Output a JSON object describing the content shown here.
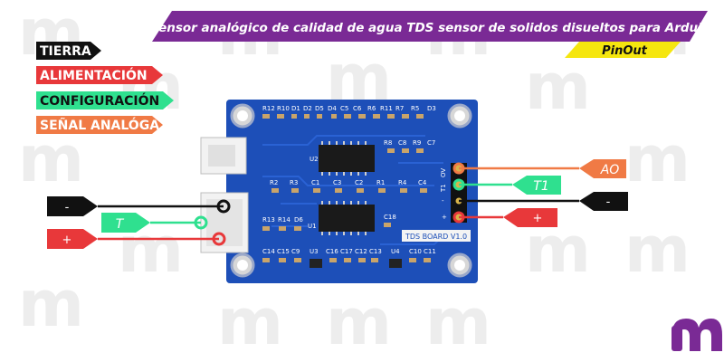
{
  "banner": {
    "title": "Sensor analógico de calidad de agua TDS sensor de solidos disueltos para Arduino",
    "subtitle": "PinOut"
  },
  "legend": [
    {
      "label": "TIERRA",
      "color": "#111111"
    },
    {
      "label": "ALIMENTACIÓN",
      "color": "#e8383a"
    },
    {
      "label": "CONFIGURACIÓN",
      "color": "#2fe08f"
    },
    {
      "label": "SEÑAL ANALÓGA",
      "color": "#f07a45"
    }
  ],
  "board": {
    "name": "TDS BOARD V1.0",
    "side_pins": {
      "ao": "AO",
      "t1": "T1",
      "gnd": "-",
      "vcc": "+"
    },
    "left_labels": {
      "gnd": "-",
      "t": "T",
      "vcc": "+"
    },
    "silkscreen": [
      "R12",
      "R10",
      "D1",
      "D2",
      "D5",
      "D4",
      "C5",
      "C6",
      "R6",
      "R11",
      "R7",
      "R5",
      "D3",
      "U2",
      "R8",
      "C8",
      "R9",
      "C7",
      "R2",
      "R3",
      "C1",
      "C3",
      "C2",
      "R1",
      "R4",
      "C4",
      "R13",
      "R14",
      "D6",
      "U1",
      "C18",
      "C14",
      "C15",
      "C9",
      "U3",
      "C16",
      "C17",
      "C12",
      "C13",
      "U4",
      "C10",
      "C11",
      "OV",
      "T1",
      "-",
      "+"
    ]
  },
  "right_pins": [
    {
      "label": "AO",
      "color": "#f07a45"
    },
    {
      "label": "T1",
      "color": "#2fe08f"
    },
    {
      "label": "-",
      "color": "#111111"
    },
    {
      "label": "+",
      "color": "#e8383a"
    }
  ],
  "left_pins": [
    {
      "label": "-",
      "color": "#111111"
    },
    {
      "label": "T",
      "color": "#2fe08f"
    },
    {
      "label": "+",
      "color": "#e8383a"
    }
  ],
  "colors": {
    "banner": "#7a2a95",
    "tag": "#f5e60f",
    "pcb": "#1d4fb8",
    "logo": "#7a2a95"
  }
}
